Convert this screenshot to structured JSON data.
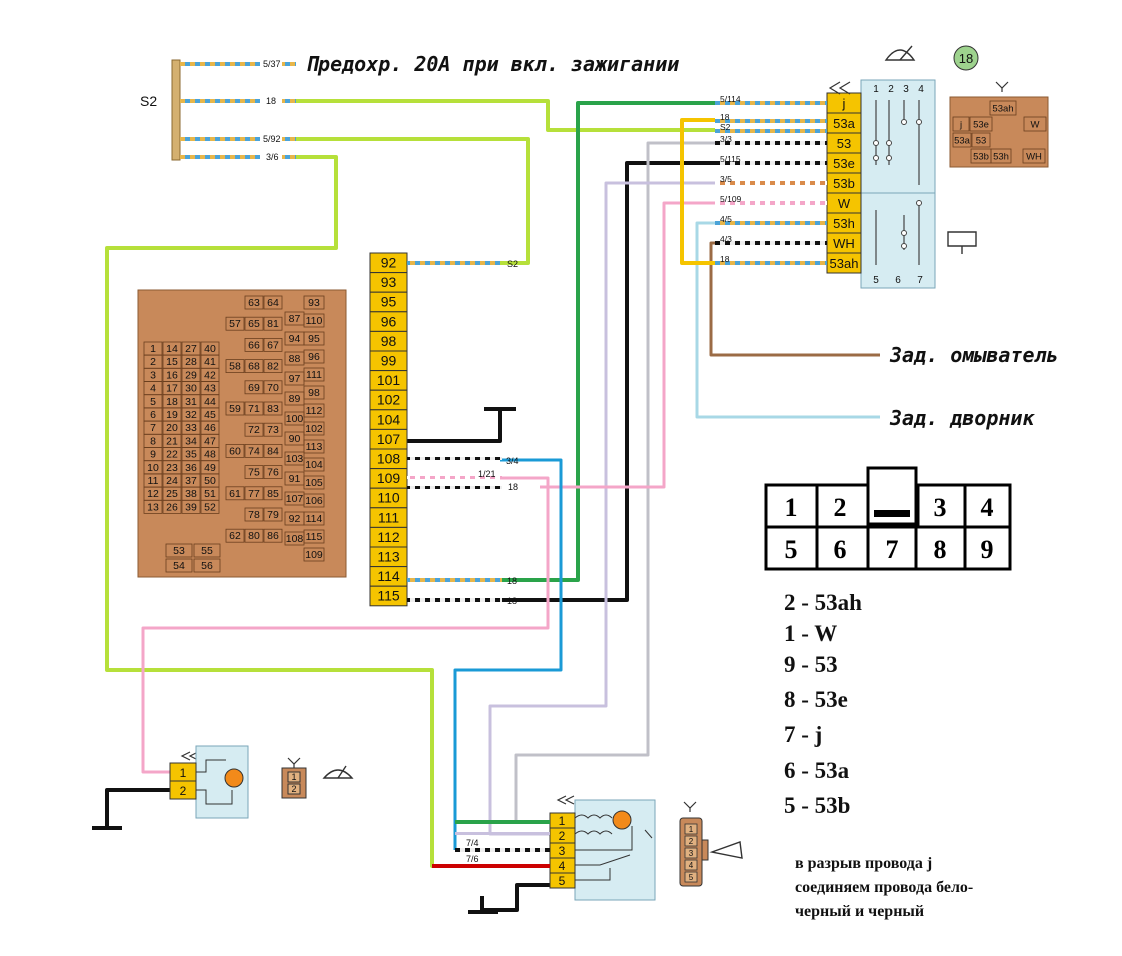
{
  "labels": {
    "fuse_note": "Предохр. 20А при вкл. зажигании",
    "rear_washer": "Зад. омыватель",
    "rear_wiper": "Зад. дворник",
    "s2": "S2",
    "circle_num": "18"
  },
  "s2_wires": [
    "5/37",
    "18",
    "5/92",
    "3/6"
  ],
  "connector_pins": [
    "92",
    "93",
    "95",
    "96",
    "98",
    "99",
    "101",
    "102",
    "104",
    "107",
    "108",
    "109",
    "110",
    "111",
    "112",
    "113",
    "114",
    "115"
  ],
  "mid_wire_labels": {
    "w92": "S2",
    "w108": "3/4",
    "w109a": "1/21",
    "w109b": "18",
    "w114": "18",
    "w115": "18"
  },
  "switch": {
    "pins": [
      "j",
      "53a",
      "53",
      "53e",
      "53b",
      "W",
      "53h",
      "WH",
      "53ah"
    ],
    "wires": [
      "5/114",
      "18",
      "S2",
      "3/3",
      "5/115",
      "3/5",
      "5/109",
      "4/5",
      "4/3",
      "18"
    ],
    "top_nums": [
      "1",
      "2",
      "3",
      "4"
    ],
    "bottom_nums": [
      "5",
      "6",
      "7"
    ]
  },
  "mini_connector": {
    "cells": [
      "53ah",
      "j",
      "53e",
      "W",
      "53a",
      "53",
      "53b",
      "53h",
      "WH"
    ]
  },
  "fuse_block": {
    "cols": [
      [
        "1",
        "2",
        "3",
        "4",
        "5",
        "6",
        "7",
        "8",
        "9",
        "10",
        "11",
        "12",
        "13"
      ],
      [
        "14",
        "15",
        "16",
        "17",
        "18",
        "19",
        "20",
        "21",
        "22",
        "23",
        "24",
        "25",
        "26"
      ],
      [
        "27",
        "28",
        "29",
        "30",
        "31",
        "32",
        "33",
        "34",
        "35",
        "36",
        "37",
        "38",
        "39"
      ],
      [
        "40",
        "41",
        "42",
        "43",
        "44",
        "45",
        "46",
        "47",
        "48",
        "49",
        "50",
        "51",
        "52"
      ]
    ],
    "mid_groups": [
      [
        "63",
        "64"
      ],
      [
        "57",
        "65",
        "81"
      ],
      [
        "66",
        "67"
      ],
      [
        "58",
        "68",
        "82"
      ],
      [
        "69",
        "70"
      ],
      [
        "59",
        "71",
        "83"
      ],
      [
        "72",
        "73"
      ],
      [
        "60",
        "74",
        "84"
      ],
      [
        "75",
        "76"
      ],
      [
        "61",
        "77",
        "85"
      ],
      [
        "78",
        "79"
      ],
      [
        "62",
        "80",
        "86"
      ]
    ],
    "right_col": [
      "93",
      "110",
      "95",
      "96",
      "111",
      "98",
      "112",
      "102",
      "113",
      "104",
      "105",
      "106",
      "114",
      "115",
      "109"
    ],
    "right_extra": [
      "87",
      "94",
      "88",
      "97",
      "89",
      "100",
      "90",
      "103",
      "91",
      "107",
      "92",
      "108"
    ],
    "bottom_pair": [
      "53",
      "55",
      "54",
      "56"
    ]
  },
  "big_connector": {
    "top": [
      "1",
      "2",
      "3",
      "4"
    ],
    "bottom": [
      "5",
      "6",
      "7",
      "8",
      "9"
    ]
  },
  "pin_map": [
    "2 - 53ah",
    "1 - W",
    "9 - 53",
    "8 - 53e",
    "7 - j",
    "6 - 53a",
    "5 - 53b"
  ],
  "footnote": [
    "в разрыв провода j",
    "соединяем провода бело-",
    "черный и черный"
  ],
  "washer_motor": {
    "pins": [
      "1",
      "2"
    ],
    "side_pins": [
      "1",
      "2"
    ]
  },
  "wiper_motor": {
    "pins": [
      "1",
      "2",
      "3",
      "4",
      "5"
    ],
    "wires": [
      "7/4",
      "7/6"
    ],
    "side_pins": [
      "1",
      "2",
      "3",
      "4",
      "5"
    ]
  },
  "colors": {
    "fuse_bg": "#c8895a",
    "switch_bg": "#d6ecf2",
    "pin_yellow": "#f5c400",
    "green_light": "#b6e03a",
    "green": "#2aa34a",
    "pink": "#f4a6c8",
    "light_blue": "#a8d8e6",
    "blue": "#1a9ad6",
    "brown": "#9b6b45",
    "gray": "#c0c0c8",
    "black": "#111111",
    "red": "#cc0000"
  }
}
